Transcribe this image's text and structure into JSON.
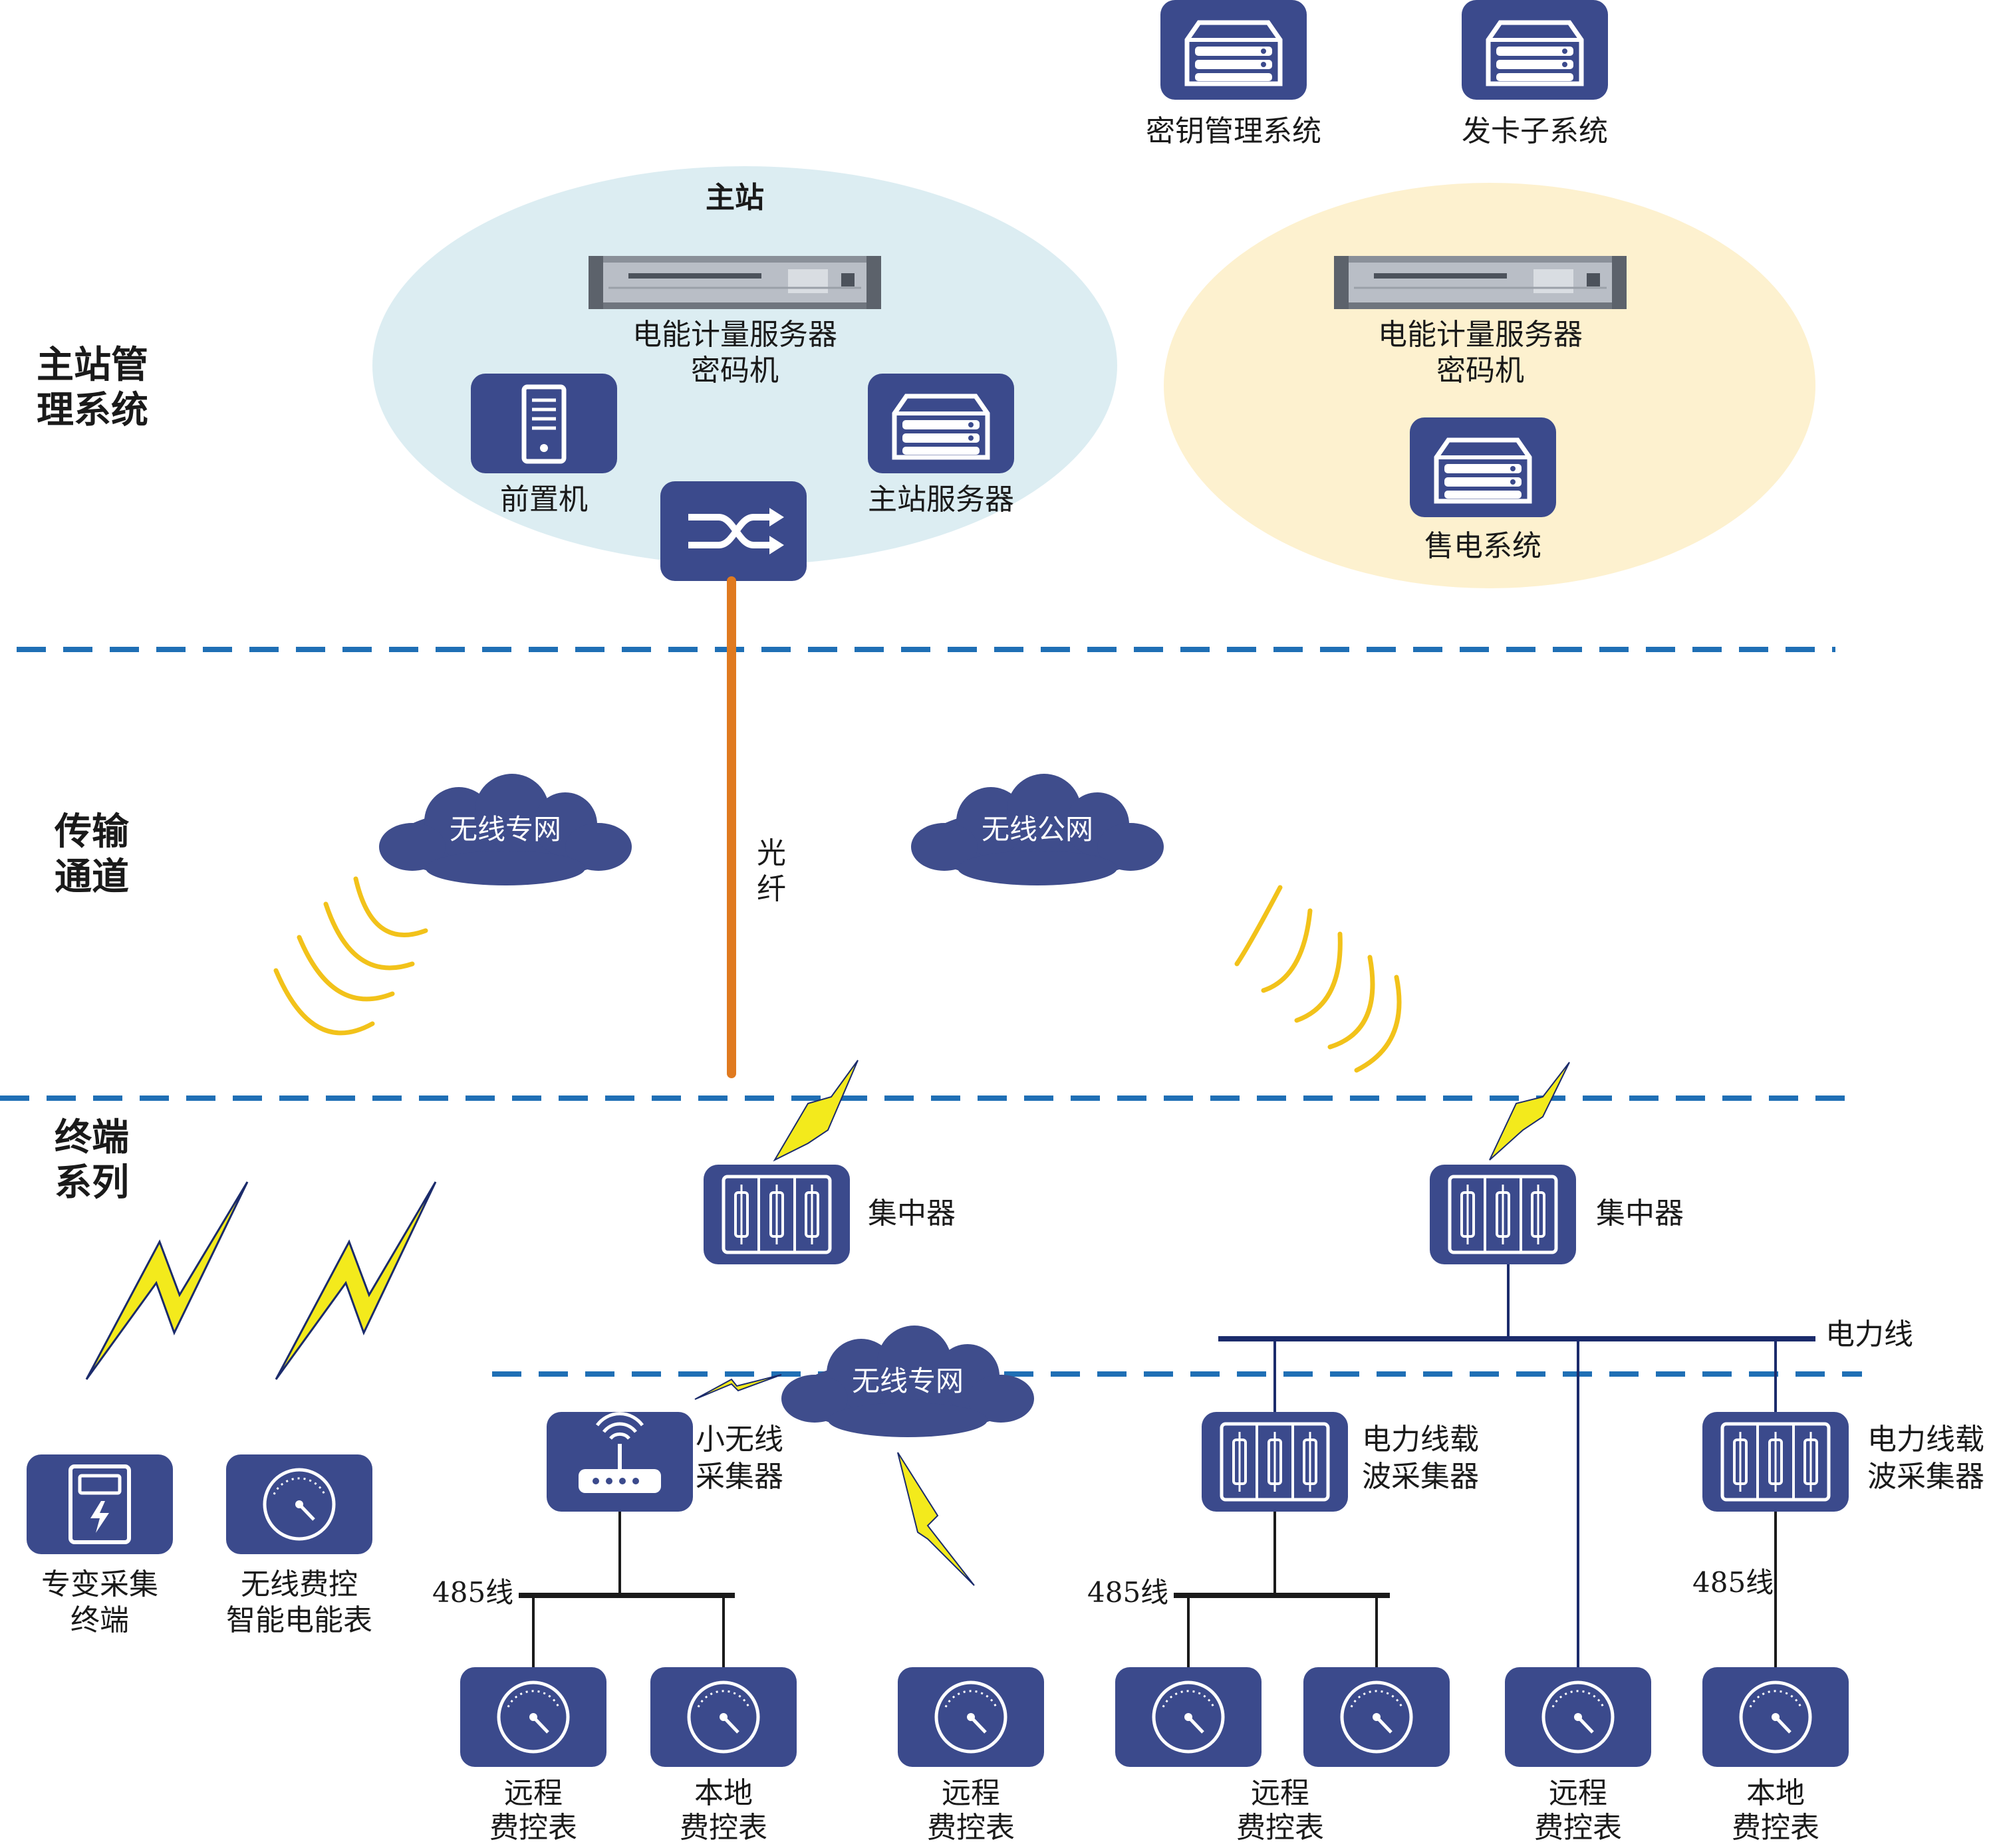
{
  "tiers": {
    "master": [
      "主站管",
      "理系统"
    ],
    "transport": [
      "传输",
      "通道"
    ],
    "terminal": [
      "终端",
      "系列"
    ]
  },
  "master_station": {
    "title": "主站",
    "crypto_server": [
      "电能计量服务器",
      "密码机"
    ],
    "front_end": "前置机",
    "master_server": "主站服务器"
  },
  "sales_group": {
    "crypto_server": [
      "电能计量服务器",
      "密码机"
    ],
    "sales_system": "售电系统"
  },
  "top_systems": {
    "key_management": "密钥管理系统",
    "card_issuing": "发卡子系统"
  },
  "transport": {
    "fiber": [
      "光",
      "纤"
    ],
    "private_wireless": "无线专网",
    "public_wireless": "无线公网"
  },
  "terminals": {
    "concentrator_left": "集中器",
    "concentrator_right": "集中器",
    "power_line": "电力线",
    "small_wireless_collector": [
      "小无线",
      "采集器"
    ],
    "lower_private_wireless": "无线专网",
    "plc_collector_1": [
      "电力线载",
      "波采集器"
    ],
    "plc_collector_2": [
      "电力线载",
      "波采集器"
    ],
    "special_transformer_terminal": [
      "专变采集",
      "终端"
    ],
    "wireless_smart_meter": [
      "无线费控",
      "智能电能表"
    ],
    "wire_485_a": "485线",
    "wire_485_b": "485线",
    "wire_485_c": "485线"
  },
  "meters": [
    [
      "远程",
      "费控表"
    ],
    [
      "本地",
      "费控表"
    ],
    [
      "远程",
      "费控表"
    ],
    [
      "远程",
      "费控表"
    ],
    [
      "远程",
      "费控表"
    ],
    [
      "本地",
      "费控表"
    ]
  ],
  "colors": {
    "icon_blue": "#3b4a8c",
    "master_ellipse": "#dcedf2",
    "sales_ellipse": "#fdf1cf",
    "dashed_divider": "#1f6fb5",
    "fiber": "#e07a1f",
    "wireless_wave": "#f2c21a",
    "lightning": "#f3ea1c",
    "power_line": "#1b2b6b"
  },
  "icons": {
    "server": "rack-server-icon",
    "tower": "tower-pc-icon",
    "switch": "network-switch-icon",
    "concentrator": "concentrator-icon",
    "router": "wireless-router-icon",
    "terminal": "terminal-device-icon",
    "meter": "meter-gauge-icon",
    "cloud": "cloud-icon",
    "lightning": "lightning-icon",
    "wave": "wireless-wave-icon"
  }
}
